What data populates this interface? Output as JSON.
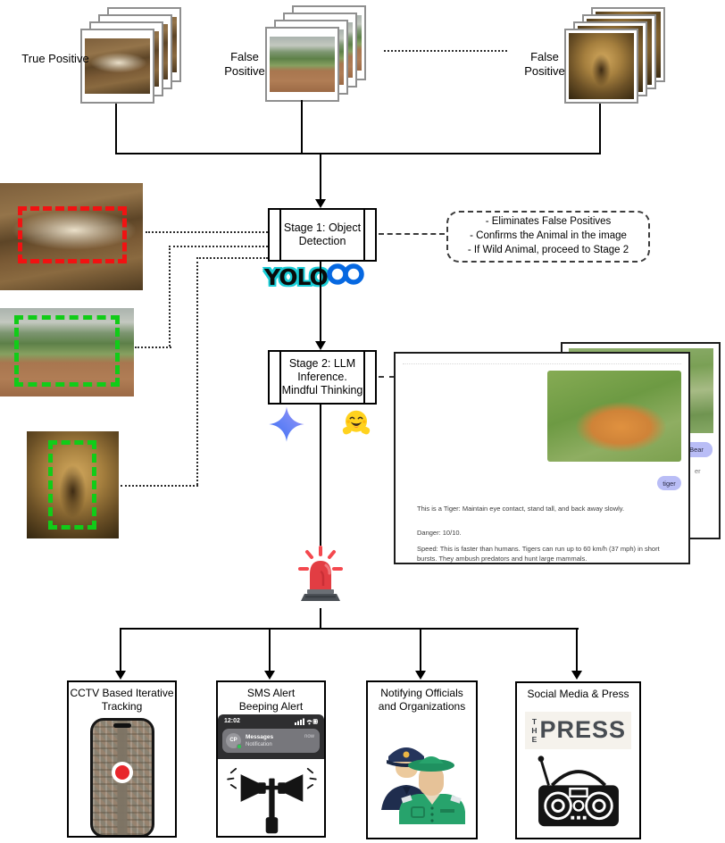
{
  "inputs": {
    "true_positive": {
      "label": "True Positive"
    },
    "false_positive_1": {
      "label": "False Positive"
    },
    "false_positive_2": {
      "label": "False Positive"
    }
  },
  "stage1": {
    "line1": "Stage 1: Object",
    "line2": "Detection",
    "yolo": "YOLO"
  },
  "note": {
    "line1": "- Eliminates False Positives",
    "line2": "- Confirms the Animal in the image",
    "line3": "- If Wild Animal, proceed to Stage 2"
  },
  "stage2": {
    "line1": "Stage 2: LLM",
    "line2": "Inference.",
    "line3": "Mindful Thinking"
  },
  "llm_card": {
    "tag": "tiger",
    "line1": "This is a Tiger: Maintain eye contact, stand tall, and back away slowly.",
    "line2": "Danger: 10/10.",
    "line3": "Speed: This is faster than humans. Tigers can run up to 60 km/h (37 mph) in short bursts. They ambush predators and hunt large mammals.",
    "back_tag": "Bear",
    "back_fragment": "er"
  },
  "outputs": {
    "cctv": {
      "line1": "CCTV Based Iterative",
      "line2": "Tracking"
    },
    "sms": {
      "line1": "SMS Alert",
      "line2": "Beeping Alert",
      "notification": {
        "time": "12:02",
        "app": "Messages",
        "subtitle": "Notification",
        "when": "now",
        "avatar": "CP"
      }
    },
    "officials": {
      "line1": "Notifying Officials",
      "line2": "and Organizations"
    },
    "press": {
      "line1": "Social Media & Press",
      "logo_the": "THE",
      "logo_press": "PRESS"
    }
  },
  "colors": {
    "meta_blue": "#0668E1",
    "yolo_cyan": "#19ccd6",
    "bbox_red": "#f11212",
    "bbox_green": "#11cc18",
    "tag_lavender": "#b9bdf6",
    "siren_red": "#e23d43"
  }
}
